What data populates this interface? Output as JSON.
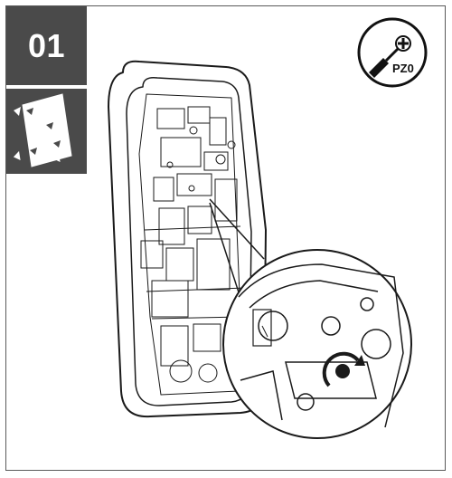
{
  "step": {
    "number": "01"
  },
  "tool": {
    "label": "PZ0",
    "icon": "screwdriver-pozidriv-icon"
  },
  "panel_icon": "wall-mount-panel-icon",
  "illustration": {
    "subject": "charger-housing-open-with-magnified-screw-detail",
    "action": "clockwise-rotation-arrow-icon"
  },
  "colors": {
    "badge_background": "#4a4a4a",
    "badge_text": "#ffffff",
    "line": "#1a1a1a",
    "frame": "#5a5a5a"
  }
}
